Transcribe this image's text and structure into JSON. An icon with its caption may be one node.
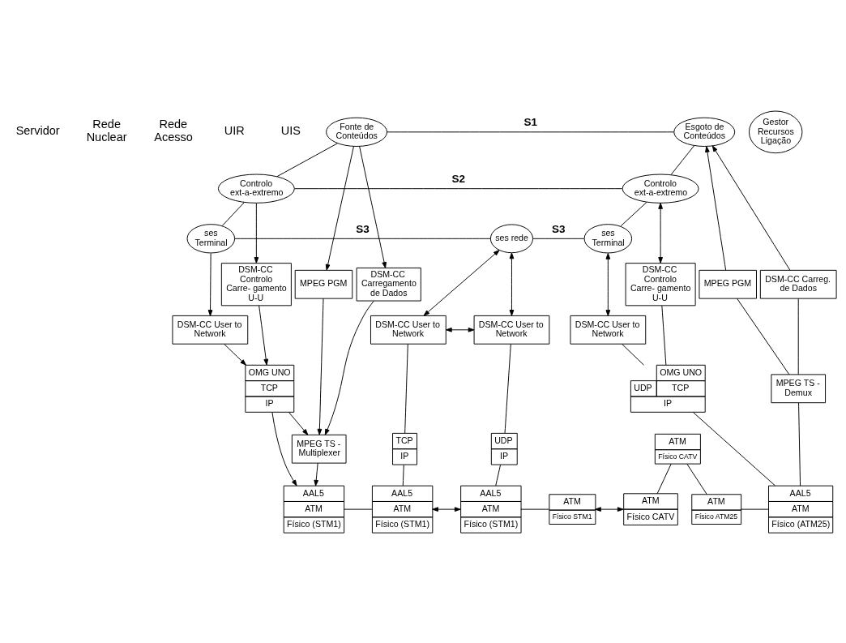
{
  "diagram": {
    "nodes": [
      {
        "text": [
          "Fonte de Conteúdos"
        ]
      },
      {
        "text": [
          "Controlo ext-a-extremo"
        ]
      },
      {
        "text": [
          "ses Terminal"
        ]
      },
      {
        "text": [
          "MPEG PGM"
        ]
      },
      {
        "text": [
          "DSM-CC Carregamento de Dados"
        ]
      },
      {
        "text": [
          "DSM-CC Controlo Carre- gamento U-U"
        ]
      },
      {
        "text": [
          "DSM-CC User to Network"
        ]
      },
      {
        "text": [
          "OMG UNO",
          "TCP",
          "IP"
        ]
      },
      {
        "text": [
          "MPEG TS - Multiplexer"
        ]
      },
      {
        "text": [
          "AAL5",
          "ATM",
          "Físico (STM1)"
        ]
      },
      {
        "text": [
          "ses rede"
        ]
      },
      {
        "text": [
          "Gestor Recursos Ligação"
        ]
      },
      {
        "text": [
          "DSM-CC User to Network"
        ]
      },
      {
        "text": [
          "DSM-CC User to Network"
        ]
      },
      {
        "text": [
          "TCP",
          "IP"
        ]
      },
      {
        "text": [
          "UDP",
          "IP"
        ]
      },
      {
        "text": [
          "AAL5",
          "ATM",
          "Físico (STM1)"
        ]
      },
      {
        "text": [
          "AAL5",
          "ATM",
          "Físico (STM1)"
        ]
      },
      {
        "text": [
          "ATM",
          "Físico STM1"
        ]
      },
      {
        "text": [
          "ATM",
          "Físico CATV"
        ]
      },
      {
        "text": [
          "ATM",
          "Físico CATV"
        ]
      },
      {
        "text": [
          "ATM",
          "Físico ATM25"
        ]
      },
      {
        "text": [
          "Esgoto de Conteúdos"
        ]
      },
      {
        "text": [
          "Controlo ext-a-extremo"
        ]
      },
      {
        "text": [
          "ses Terminal"
        ]
      },
      {
        "text": [
          "MPEG PGM"
        ]
      },
      {
        "text": [
          "DSM-CC Controlo Carre- gamento U-U"
        ]
      },
      {
        "text": [
          "DSM-CC Carreg. de Dados"
        ]
      },
      {
        "text": [
          "DSM-CC User to Network"
        ]
      },
      {
        "text": [
          "MPEG TS - Demux"
        ]
      },
      {
        "text": [
          "OMG UNO",
          "UDP",
          "TCP",
          "IP"
        ]
      },
      {
        "text": [
          "AAL5",
          "ATM",
          "Físico (ATM25)"
        ]
      }
    ],
    "edges": [
      {
        "from": 0,
        "to": 22,
        "arrow": "none",
        "label": "S1"
      },
      {
        "from": 1,
        "to": 23,
        "arrow": "none",
        "label": "S2"
      },
      {
        "from": 2,
        "to": 10,
        "arrow": "none",
        "label": "S3"
      },
      {
        "from": 10,
        "to": 24,
        "arrow": "none",
        "label": "S3"
      },
      {
        "from": 0,
        "to": 1,
        "arrow": "none"
      },
      {
        "from": 1,
        "to": 2,
        "arrow": "none"
      },
      {
        "from": 0,
        "to": 4,
        "arrow": "to"
      },
      {
        "from": 0,
        "to": 3,
        "arrow": "to"
      },
      {
        "from": 1,
        "to": 5,
        "arrow": "to"
      },
      {
        "from": 2,
        "to": 6,
        "arrow": "to"
      },
      {
        "from": 5,
        "to": 7,
        "arrow": "to"
      },
      {
        "from": 6,
        "to": 7,
        "arrow": "to"
      },
      {
        "from": 4,
        "to": 8,
        "arrow": "to"
      },
      {
        "from": 3,
        "to": 8,
        "arrow": "to"
      },
      {
        "from": 7,
        "to": 8,
        "arrow": "to"
      },
      {
        "from": 7,
        "to": 9,
        "arrow": "to"
      },
      {
        "from": 8,
        "to": 9,
        "arrow": "to"
      },
      {
        "from": 9,
        "to": 16,
        "arrow": "none"
      },
      {
        "from": 10,
        "to": 12,
        "arrow": "both"
      },
      {
        "from": 10,
        "to": 13,
        "arrow": "both"
      },
      {
        "from": 12,
        "to": 13,
        "arrow": "both"
      },
      {
        "from": 12,
        "to": 14,
        "arrow": "none"
      },
      {
        "from": 13,
        "to": 15,
        "arrow": "none"
      },
      {
        "from": 14,
        "to": 16,
        "arrow": "none"
      },
      {
        "from": 15,
        "to": 17,
        "arrow": "none"
      },
      {
        "from": 16,
        "to": 17,
        "arrow": "both"
      },
      {
        "from": 17,
        "to": 18,
        "arrow": "none"
      },
      {
        "from": 18,
        "to": 19,
        "arrow": "both"
      },
      {
        "from": 19,
        "to": 20,
        "arrow": "none"
      },
      {
        "from": 20,
        "to": 21,
        "arrow": "none"
      },
      {
        "from": 21,
        "to": 31,
        "arrow": "none"
      },
      {
        "from": 22,
        "to": 23,
        "arrow": "none"
      },
      {
        "from": 23,
        "to": 24,
        "arrow": "none"
      },
      {
        "from": 24,
        "to": 28,
        "arrow": "both"
      },
      {
        "from": 23,
        "to": 26,
        "arrow": "both"
      },
      {
        "from": 25,
        "to": 22,
        "arrow": "to"
      },
      {
        "from": 27,
        "to": 22,
        "arrow": "to"
      },
      {
        "from": 29,
        "to": 25,
        "arrow": "none"
      },
      {
        "from": 29,
        "to": 27,
        "arrow": "none"
      },
      {
        "from": 26,
        "to": 30,
        "arrow": "none"
      },
      {
        "from": 28,
        "to": 30,
        "arrow": "none"
      },
      {
        "from": 30,
        "to": 31,
        "arrow": "none"
      },
      {
        "from": 29,
        "to": 31,
        "arrow": "none"
      }
    ],
    "labels": [
      "Servidor",
      "Rede Nuclear",
      "Rede Acesso",
      "UIR",
      "UIS"
    ]
  }
}
